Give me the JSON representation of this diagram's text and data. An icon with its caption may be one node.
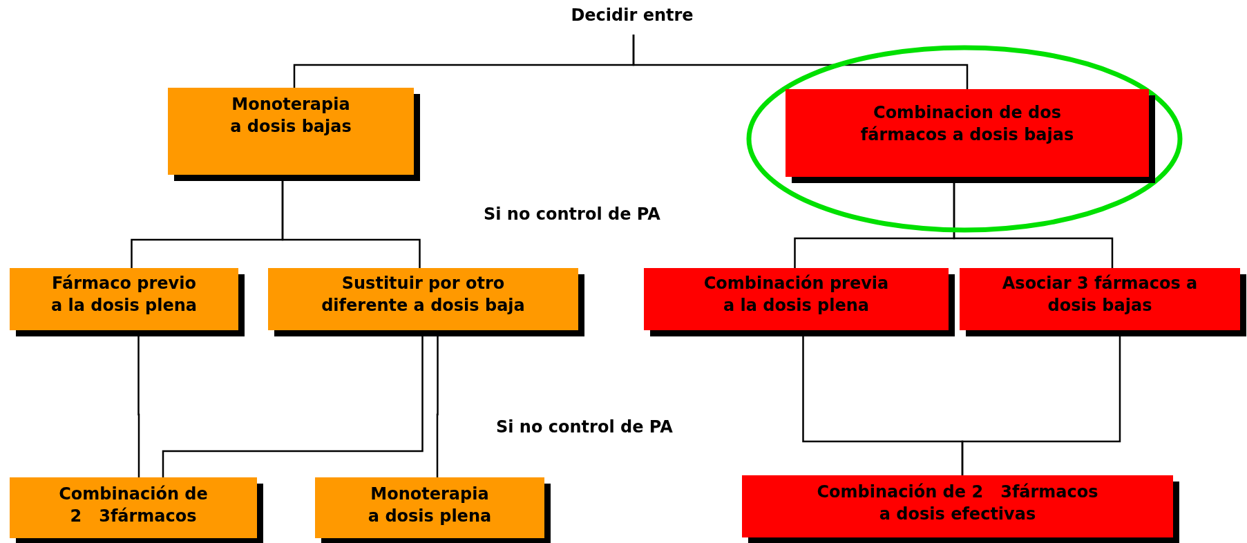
{
  "diagram": {
    "nodes": [
      {
        "text": [
          "Decidir entre"
        ]
      },
      {
        "text": [
          "Monoterapia a dosis bajas"
        ]
      },
      {
        "text": [],
        "shape": "ellipse"
      },
      {
        "text": [
          "Combinacion de dos fármacos a dosis bajas"
        ],
        "in": 2
      },
      {
        "text": [
          "Fármaco previo a la dosis plena"
        ]
      },
      {
        "text": [
          "Sustituir por otro diferente a dosis baja"
        ]
      },
      {
        "text": [
          "Combinación previa a la dosis plena"
        ]
      },
      {
        "text": [
          "Asociar 3 fármacos a dosis bajas"
        ]
      },
      {
        "text": [
          "Combinación de 2   3fármacos"
        ]
      },
      {
        "text": [
          "Monoterapia a dosis plena"
        ]
      },
      {
        "text": [
          "Combinación de 2   3fármacos a dosis efectivas"
        ]
      }
    ],
    "edges": [
      {
        "from": 0,
        "to": 1,
        "arrow": "none"
      },
      {
        "from": 0,
        "to": 3,
        "arrow": "none"
      },
      {
        "from": 1,
        "to": 4,
        "arrow": "none"
      },
      {
        "from": 1,
        "to": 5,
        "arrow": "none"
      },
      {
        "from": 3,
        "to": 6,
        "arrow": "none"
      },
      {
        "from": 3,
        "to": 7,
        "arrow": "none"
      },
      {
        "from": 4,
        "to": 8,
        "arrow": "none"
      },
      {
        "from": 5,
        "to": 8,
        "arrow": "none"
      },
      {
        "from": 5,
        "to": 9,
        "arrow": "none"
      },
      {
        "from": 6,
        "to": 10,
        "arrow": "none"
      },
      {
        "from": 7,
        "to": 10,
        "arrow": "none"
      }
    ],
    "labels": [
      "Si no control de PA",
      "Si no control de PA"
    ]
  }
}
